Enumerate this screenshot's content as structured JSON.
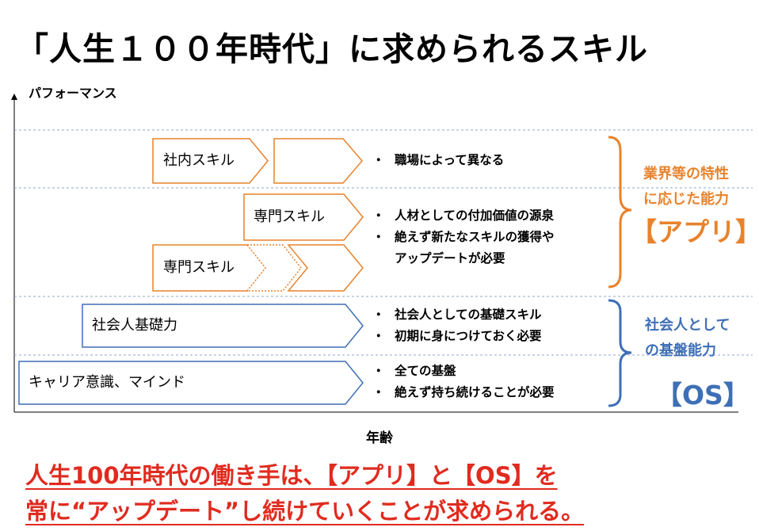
{
  "title": "「人生１００年時代」に求められるスキル",
  "axes": {
    "y_label": "パフォーマンス",
    "x_label": "年齢"
  },
  "arrows": [
    {
      "id": "in-house",
      "label": "社内スキル"
    },
    {
      "id": "specialized-upper",
      "label": "専門スキル"
    },
    {
      "id": "specialized-lower",
      "label": "専門スキル"
    },
    {
      "id": "basic",
      "label": "社会人基礎力"
    },
    {
      "id": "mindset",
      "label": "キャリア意識、マインド"
    }
  ],
  "bullets": {
    "in_house": [
      "職場によって異なる"
    ],
    "specialized": [
      "人材としての付加価値の源泉",
      "絶えず新たなスキルの獲得や",
      "アップデートが必要"
    ],
    "basic": [
      "社会人としての基礎スキル",
      "初期に身につけておく必要"
    ],
    "mindset": [
      "全ての基盤",
      "絶えず持ち続けることが必要"
    ]
  },
  "bullet_marker": "・",
  "categories": {
    "app": {
      "line1": "業界等の特性",
      "line2": "に応じた能力",
      "tag": "【アプリ】"
    },
    "os": {
      "line1": "社会人として",
      "line2": "の基盤能力",
      "tag": "【OS】"
    }
  },
  "message": {
    "line1": "人生100年時代の働き手は、【アプリ】と【OS】を",
    "line2": "常に“アップデート”し続けていくことが求められる。"
  },
  "colors": {
    "orange": "#E8822C",
    "blue": "#3E6FB6",
    "red": "#E02B1F",
    "dash": "#8FA7C9"
  }
}
